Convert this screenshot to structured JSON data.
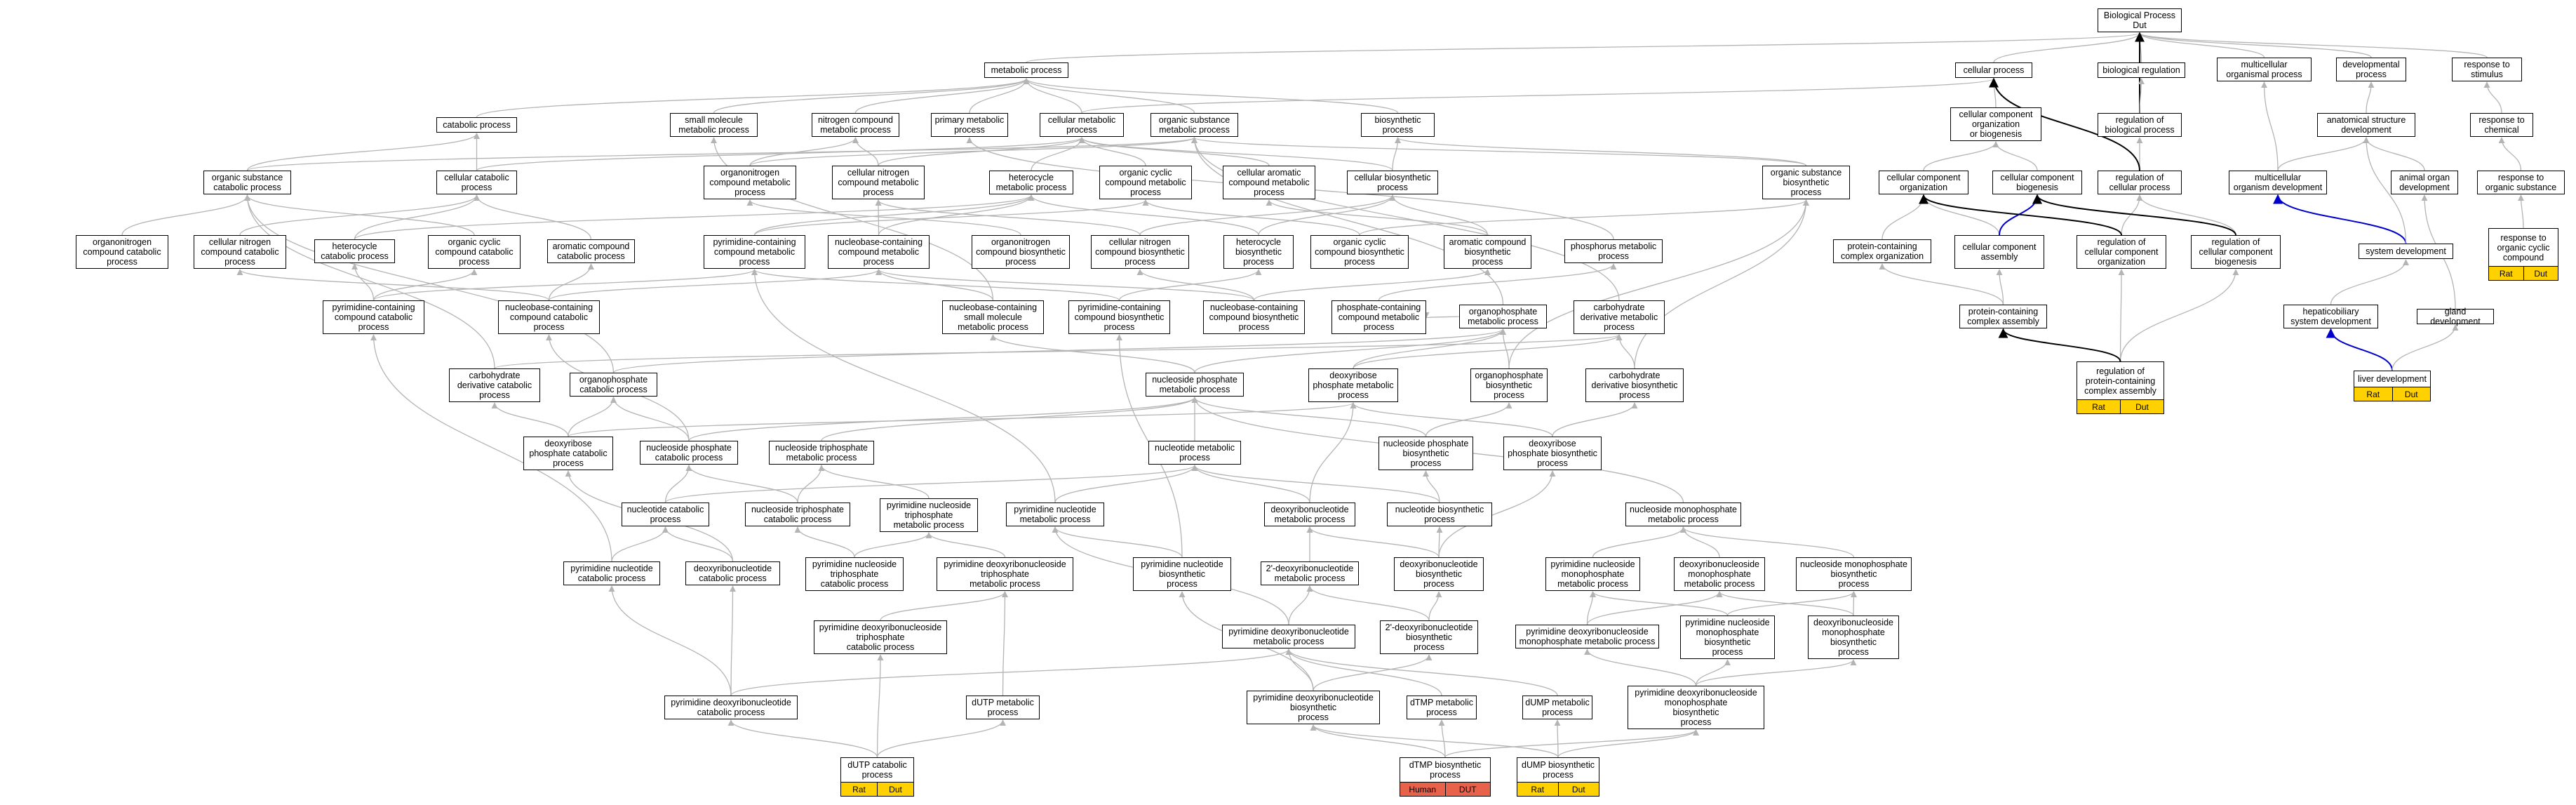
{
  "nodes": {
    "biological_process": {
      "label": "Biological Process\nDut"
    },
    "metabolic_process": {
      "label": "metabolic process"
    },
    "cellular_process": {
      "label": "cellular process"
    },
    "biological_regulation": {
      "label": "biological regulation"
    },
    "multicellular_organismal_process": {
      "label": "multicellular\norganismal process"
    },
    "developmental_process": {
      "label": "developmental\nprocess"
    },
    "response_to_stimulus": {
      "label": "response to\nstimulus"
    },
    "catabolic_process": {
      "label": "catabolic process"
    },
    "small_molecule_metabolic_process": {
      "label": "small molecule\nmetabolic process"
    },
    "nitrogen_compound_metabolic_process": {
      "label": "nitrogen compound\nmetabolic process"
    },
    "primary_metabolic_process": {
      "label": "primary metabolic\nprocess"
    },
    "cellular_metabolic_process": {
      "label": "cellular metabolic\nprocess"
    },
    "organic_substance_metabolic_process": {
      "label": "organic substance\nmetabolic process"
    },
    "biosynthetic_process": {
      "label": "biosynthetic\nprocess"
    },
    "cellular_component_organization_or_biogenesis": {
      "label": "cellular component\norganization\nor biogenesis"
    },
    "regulation_of_biological_process": {
      "label": "regulation of\nbiological process"
    },
    "anatomical_structure_development": {
      "label": "anatomical structure\ndevelopment"
    },
    "response_to_chemical": {
      "label": "response to\nchemical"
    },
    "organic_substance_catabolic_process": {
      "label": "organic substance\ncatabolic process"
    },
    "cellular_catabolic_process": {
      "label": "cellular catabolic\nprocess"
    },
    "organonitrogen_compound_metabolic_process": {
      "label": "organonitrogen\ncompound metabolic\nprocess"
    },
    "cellular_nitrogen_compound_metabolic_process": {
      "label": "cellular nitrogen\ncompound metabolic\nprocess"
    },
    "heterocycle_metabolic_process": {
      "label": "heterocycle\nmetabolic process"
    },
    "organic_cyclic_compound_metabolic_process": {
      "label": "organic cyclic\ncompound metabolic\nprocess"
    },
    "cellular_aromatic_compound_metabolic_process": {
      "label": "cellular aromatic\ncompound metabolic\nprocess"
    },
    "cellular_biosynthetic_process": {
      "label": "cellular biosynthetic\nprocess"
    },
    "organic_substance_biosynthetic_process": {
      "label": "organic substance\nbiosynthetic\nprocess"
    },
    "cellular_component_organization": {
      "label": "cellular component\norganization"
    },
    "cellular_component_biogenesis": {
      "label": "cellular component\nbiogenesis"
    },
    "regulation_of_cellular_process": {
      "label": "regulation of\ncellular process"
    },
    "multicellular_organism_development": {
      "label": "multicellular\norganism development"
    },
    "animal_organ_development": {
      "label": "animal organ\ndevelopment"
    },
    "response_to_organic_substance": {
      "label": "response to\norganic substance"
    },
    "organonitrogen_compound_catabolic_process": {
      "label": "organonitrogen\ncompound catabolic\nprocess"
    },
    "cellular_nitrogen_compound_catabolic_process": {
      "label": "cellular nitrogen\ncompound catabolic\nprocess"
    },
    "heterocycle_catabolic_process": {
      "label": "heterocycle\ncatabolic process"
    },
    "organic_cyclic_compound_catabolic_process": {
      "label": "organic cyclic\ncompound catabolic\nprocess"
    },
    "aromatic_compound_catabolic_process": {
      "label": "aromatic compound\ncatabolic process"
    },
    "pyrimidine_containing_compound_metabolic_process": {
      "label": "pyrimidine-containing\ncompound metabolic\nprocess"
    },
    "nucleobase_containing_compound_metabolic_process": {
      "label": "nucleobase-containing\ncompound metabolic\nprocess"
    },
    "organonitrogen_compound_biosynthetic_process": {
      "label": "organonitrogen\ncompound biosynthetic\nprocess"
    },
    "cellular_nitrogen_compound_biosynthetic_process": {
      "label": "cellular nitrogen\ncompound biosynthetic\nprocess"
    },
    "heterocycle_biosynthetic_process": {
      "label": "heterocycle\nbiosynthetic\nprocess"
    },
    "organic_cyclic_compound_biosynthetic_process": {
      "label": "organic cyclic\ncompound biosynthetic\nprocess"
    },
    "aromatic_compound_biosynthetic_process": {
      "label": "aromatic compound\nbiosynthetic\nprocess"
    },
    "phosphorus_metabolic_process": {
      "label": "phosphorus metabolic\nprocess"
    },
    "protein_containing_complex_organization": {
      "label": "protein-containing\ncomplex organization"
    },
    "cellular_component_assembly": {
      "label": "cellular component\nassembly"
    },
    "regulation_of_cellular_component_organization": {
      "label": "regulation of\ncellular component\norganization"
    },
    "regulation_of_cellular_component_biogenesis": {
      "label": "regulation of\ncellular component\nbiogenesis"
    },
    "system_development": {
      "label": "system development"
    },
    "response_to_organic_cyclic_compound": {
      "label": "response to\norganic cyclic\ncompound",
      "ann": [
        "Rat",
        "Dut"
      ]
    },
    "pyrimidine_containing_compound_catabolic_process": {
      "label": "pyrimidine-containing\ncompound catabolic\nprocess"
    },
    "nucleobase_containing_compound_catabolic_process": {
      "label": "nucleobase-containing\ncompound catabolic\nprocess"
    },
    "nucleobase_containing_small_molecule_metabolic_process": {
      "label": "nucleobase-containing\nsmall molecule\nmetabolic process"
    },
    "pyrimidine_containing_compound_biosynthetic_process": {
      "label": "pyrimidine-containing\ncompound biosynthetic\nprocess"
    },
    "nucleobase_containing_compound_biosynthetic_process": {
      "label": "nucleobase-containing\ncompound biosynthetic\nprocess"
    },
    "phosphate_containing_compound_metabolic_process": {
      "label": "phosphate-containing\ncompound metabolic\nprocess"
    },
    "organophosphate_metabolic_process": {
      "label": "organophosphate\nmetabolic process"
    },
    "carbohydrate_derivative_metabolic_process": {
      "label": "carbohydrate\nderivative metabolic\nprocess"
    },
    "protein_containing_complex_assembly": {
      "label": "protein-containing\ncomplex assembly"
    },
    "hepaticobiliary_system_development": {
      "label": "hepaticobiliary\nsystem development"
    },
    "gland_development": {
      "label": "gland development"
    },
    "carbohydrate_derivative_catabolic_process": {
      "label": "carbohydrate\nderivative catabolic\nprocess"
    },
    "organophosphate_catabolic_process": {
      "label": "organophosphate\ncatabolic process"
    },
    "nucleoside_phosphate_metabolic_process": {
      "label": "nucleoside phosphate\nmetabolic process"
    },
    "deoxyribose_phosphate_metabolic_process": {
      "label": "deoxyribose\nphosphate metabolic\nprocess"
    },
    "organophosphate_biosynthetic_process": {
      "label": "organophosphate\nbiosynthetic\nprocess"
    },
    "carbohydrate_derivative_biosynthetic_process": {
      "label": "carbohydrate\nderivative biosynthetic\nprocess"
    },
    "regulation_of_protein_containing_complex_assembly": {
      "label": "regulation of\nprotein-containing\ncomplex assembly",
      "ann": [
        "Rat",
        "Dut"
      ]
    },
    "liver_development": {
      "label": "liver development",
      "ann": [
        "Rat",
        "Dut"
      ]
    },
    "deoxyribose_phosphate_catabolic_process": {
      "label": "deoxyribose\nphosphate catabolic\nprocess"
    },
    "nucleoside_phosphate_catabolic_process": {
      "label": "nucleoside phosphate\ncatabolic process"
    },
    "nucleoside_triphosphate_metabolic_process": {
      "label": "nucleoside triphosphate\nmetabolic process"
    },
    "nucleotide_metabolic_process": {
      "label": "nucleotide metabolic\nprocess"
    },
    "nucleoside_phosphate_biosynthetic_process": {
      "label": "nucleoside phosphate\nbiosynthetic\nprocess"
    },
    "deoxyribose_phosphate_biosynthetic_process": {
      "label": "deoxyribose\nphosphate biosynthetic\nprocess"
    },
    "nucleotide_catabolic_process": {
      "label": "nucleotide catabolic\nprocess"
    },
    "nucleoside_triphosphate_catabolic_process": {
      "label": "nucleoside triphosphate\ncatabolic process"
    },
    "pyrimidine_nucleoside_triphosphate_metabolic_process": {
      "label": "pyrimidine nucleoside\ntriphosphate\nmetabolic process"
    },
    "pyrimidine_nucleotide_metabolic_process": {
      "label": "pyrimidine nucleotide\nmetabolic process"
    },
    "deoxyribonucleotide_metabolic_process": {
      "label": "deoxyribonucleotide\nmetabolic process"
    },
    "nucleotide_biosynthetic_process": {
      "label": "nucleotide biosynthetic\nprocess"
    },
    "nucleoside_monophosphate_metabolic_process": {
      "label": "nucleoside monophosphate\nmetabolic process"
    },
    "pyrimidine_nucleotide_catabolic_process": {
      "label": "pyrimidine nucleotide\ncatabolic process"
    },
    "deoxyribonucleotide_catabolic_process": {
      "label": "deoxyribonucleotide\ncatabolic process"
    },
    "pyrimidine_nucleoside_triphosphate_catabolic_process": {
      "label": "pyrimidine nucleoside\ntriphosphate\ncatabolic process"
    },
    "pyrimidine_deoxyribonucleotide_triphosphate_metabolic_process": {
      "label": "pyrimidine deoxyribonucleoside\ntriphosphate\nmetabolic process"
    },
    "pyrimidine_nucleotide_biosynthetic_process": {
      "label": "pyrimidine nucleotide\nbiosynthetic\nprocess"
    },
    "two_deoxyribonucleotide_metabolic_process": {
      "label": "2'-deoxyribonucleotide\nmetabolic process"
    },
    "deoxyribonucleotide_biosynthetic_process": {
      "label": "deoxyribonucleotide\nbiosynthetic\nprocess"
    },
    "pyrimidine_nucleoside_monophosphate_metabolic_process": {
      "label": "pyrimidine nucleoside\nmonophosphate\nmetabolic process"
    },
    "deoxyribonucleoside_monophosphate_metabolic_process": {
      "label": "deoxyribonucleoside\nmonophosphate\nmetabolic process"
    },
    "nucleoside_monophosphate_biosynthetic_process": {
      "label": "nucleoside monophosphate\nbiosynthetic\nprocess"
    },
    "pyrimidine_deoxyribonucleoside_triphosphate_catabolic_process": {
      "label": "pyrimidine deoxyribonucleoside\ntriphosphate\ncatabolic process"
    },
    "pyrimidine_deoxyribonucleotide_metabolic_process": {
      "label": "pyrimidine deoxyribonucleotide\nmetabolic process"
    },
    "two_deoxyribonucleotide_biosynthetic_process": {
      "label": "2'-deoxyribonucleotide\nbiosynthetic\nprocess"
    },
    "pyrimidine_deoxyribonucleoside_monophosphate_metabolic_process": {
      "label": "pyrimidine deoxyribonucleoside\nmonophosphate metabolic process"
    },
    "pyrimidine_nucleoside_monophosphate_biosynthetic_process": {
      "label": "pyrimidine nucleoside\nmonophosphate\nbiosynthetic\nprocess"
    },
    "deoxyribonucleoside_monophosphate_biosynthetic_process": {
      "label": "deoxyribonucleoside\nmonophosphate\nbiosynthetic\nprocess"
    },
    "pyrimidine_deoxyribonucleotide_catabolic_process": {
      "label": "pyrimidine deoxyribonucleotide\ncatabolic process"
    },
    "dutp_metabolic_process": {
      "label": "dUTP metabolic\nprocess"
    },
    "pyrimidine_deoxyribonucleotide_biosynthetic_process": {
      "label": "pyrimidine deoxyribonucleotide\nbiosynthetic\nprocess"
    },
    "dtmp_metabolic_process": {
      "label": "dTMP metabolic\nprocess"
    },
    "dump_metabolic_process": {
      "label": "dUMP metabolic\nprocess"
    },
    "pyrimidine_deoxyribonucleoside_monophosphate_biosynthetic_process": {
      "label": "pyrimidine deoxyribonucleoside\nmonophosphate\nbiosynthetic\nprocess"
    },
    "dutp_catabolic_process": {
      "label": "dUTP catabolic\nprocess",
      "ann": [
        "Rat",
        "Dut"
      ]
    },
    "dtmp_biosynthetic_process": {
      "label": "dTMP biosynthetic\nprocess",
      "ann": [
        "Human",
        "DUT"
      ]
    },
    "dump_biosynthetic_process": {
      "label": "dUMP biosynthetic\nprocess",
      "ann": [
        "Rat",
        "Dut"
      ]
    }
  },
  "colors": {
    "edge": "#b4b4b4",
    "edge_black": "#000000",
    "edge_blue": "#0000cc",
    "annotation_yellow": "#ffd100",
    "annotation_red": "#e8614a"
  }
}
